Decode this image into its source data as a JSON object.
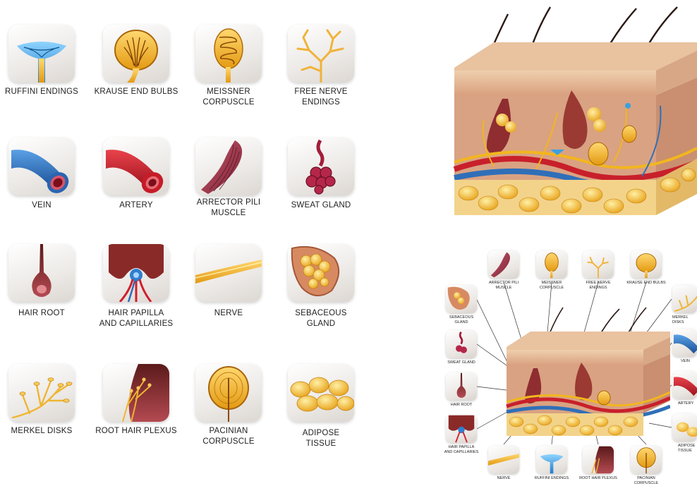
{
  "icons": [
    {
      "label": "RUFFINI ENDINGS",
      "icon": "ruffini-endings-icon"
    },
    {
      "label": "KRAUSE END BULBS",
      "icon": "krause-end-bulbs-icon"
    },
    {
      "label": "MEISSNER\nCORPUSCLE",
      "icon": "meissner-corpuscle-icon"
    },
    {
      "label": "FREE NERVE\nENDINGS",
      "icon": "free-nerve-endings-icon"
    },
    {
      "label": "VEIN",
      "icon": "vein-icon"
    },
    {
      "label": "ARTERY",
      "icon": "artery-icon"
    },
    {
      "label": "ARRECTOR PILI\nMUSCLE",
      "icon": "arrector-pili-muscle-icon"
    },
    {
      "label": "SWEAT GLAND",
      "icon": "sweat-gland-icon"
    },
    {
      "label": "HAIR ROOT",
      "icon": "hair-root-icon"
    },
    {
      "label": "HAIR PAPILLA\nAND CAPILLARIES",
      "icon": "hair-papilla-icon"
    },
    {
      "label": "NERVE",
      "icon": "nerve-icon"
    },
    {
      "label": "SEBACEOUS\nGLAND",
      "icon": "sebaceous-gland-icon"
    },
    {
      "label": "MERKEL DISKS",
      "icon": "merkel-disks-icon"
    },
    {
      "label": "ROOT HAIR PLEXUS",
      "icon": "root-hair-plexus-icon"
    },
    {
      "label": "PACINIAN\nCORPUSCLE",
      "icon": "pacinian-corpuscle-icon"
    },
    {
      "label": "ADIPOSE\nTISSUE",
      "icon": "adipose-tissue-icon"
    }
  ],
  "diagram": {
    "top_labels": [
      "ARRECTOR PILI\nMUSCLE",
      "MEISSNER\nCORPUSCLE",
      "FREE NERVE\nENDINGS",
      "KRAUSE END BULBS"
    ],
    "left_labels": [
      "SEBACEOUS\nGLAND",
      "SWEAT GLAND",
      "HAIR ROOT",
      "HAIR PAPILLA\nAND CAPILLARIES"
    ],
    "right_labels": [
      "MERKEL DISKS",
      "VEIN",
      "ARTERY",
      "ADIPOSE\nTISSUE"
    ],
    "bottom_labels": [
      "NERVE",
      "RUFFINI ENDINGS",
      "ROOT HAIR PLEXUS",
      "PACINIAN\nCORPUSCLE"
    ]
  },
  "colors": {
    "skin": "#e2b48f",
    "dermis": "#d9a282",
    "artery": "#c8202b",
    "vein": "#2f6fb8",
    "nerve": "#f2b61e",
    "fat": "#f4c046",
    "nerve_blue": "#3aa1e0"
  }
}
